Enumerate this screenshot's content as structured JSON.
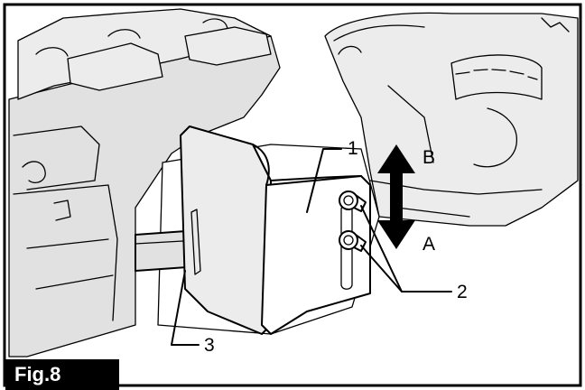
{
  "figure": {
    "label": "Fig.8",
    "callouts": {
      "part1": "1",
      "part2": "2",
      "part3": "3",
      "direction_a": "A",
      "direction_b": "B"
    }
  }
}
